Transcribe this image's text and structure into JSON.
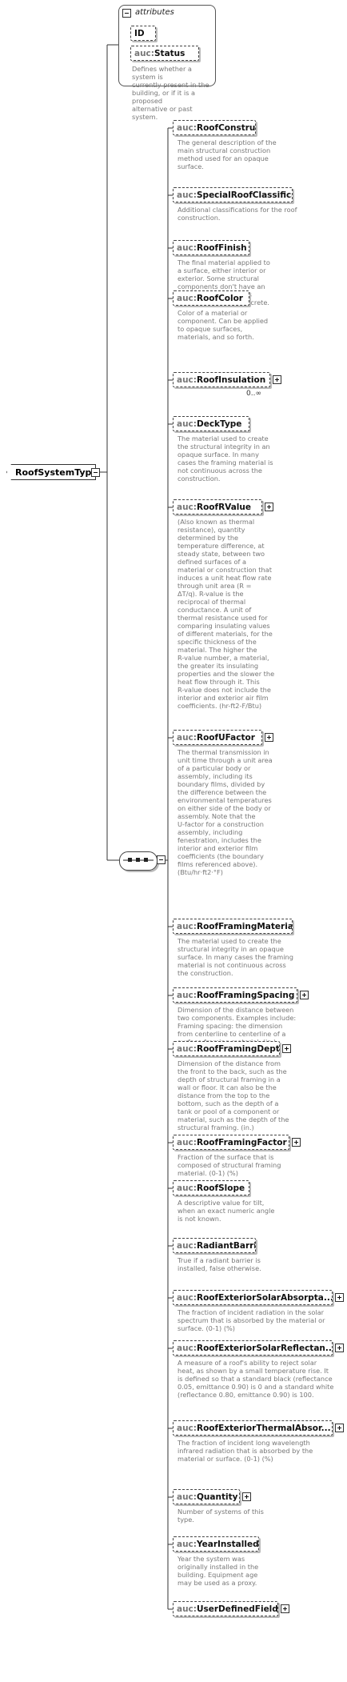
{
  "root": {
    "label": "RoofSystemType"
  },
  "attributes": {
    "title": "attributes",
    "items": [
      {
        "label": "ID",
        "prefix": "",
        "description": ""
      },
      {
        "label": "Status",
        "prefix": "auc:",
        "description": "Defines whether a system is\ncurrently present in the\nbuilding, or if it is a proposed\nalternative or past system."
      }
    ]
  },
  "sequence": {
    "icon": "sequence-compositor"
  },
  "elements": [
    {
      "label": "RoofConstruction",
      "prefix": "auc:",
      "expandable": false,
      "occurs": "",
      "description": "The general description of the\nmain structural construction\nmethod used for an opaque\nsurface."
    },
    {
      "label": "SpecialRoofClassification",
      "prefix": "auc:",
      "expandable": false,
      "occurs": "",
      "description": "Additional classifications for the roof\nconstruction."
    },
    {
      "label": "RoofFinish",
      "prefix": "auc:",
      "expandable": false,
      "occurs": "",
      "description": "The final material applied to\na surface, either interior or\nexterior. Some structural\ncomponents don't have an\nexterior finish, such as\nunfinished poured concrete."
    },
    {
      "label": "RoofColor",
      "prefix": "auc:",
      "expandable": false,
      "occurs": "",
      "description": "Color of a material or\ncomponent. Can be applied\nto opaque surfaces,\nmaterials, and so forth."
    },
    {
      "label": "RoofInsulation",
      "prefix": "auc:",
      "expandable": true,
      "occurs": "0..∞",
      "description": ""
    },
    {
      "label": "DeckType",
      "prefix": "auc:",
      "expandable": false,
      "occurs": "",
      "description": "The material used to create\nthe structural integrity in an\nopaque surface. In many\ncases the framing material is\nnot continuous across the\nconstruction."
    },
    {
      "label": "RoofRValue",
      "prefix": "auc:",
      "expandable": true,
      "occurs": "",
      "description": "(Also known as thermal\nresistance), quantity\ndetermined by the\ntemperature difference, at\nsteady state, between two\ndefined surfaces of a\nmaterial or construction that\ninduces a unit heat flow rate\nthrough unit area (R =\nΔT/q). R-value is the\nreciprocal of thermal\nconductance. A unit of\nthermal resistance used for\ncomparing insulating values\nof different materials, for the\nspecific thickness of the\nmaterial. The higher the\nR-value number, a material,\nthe greater its insulating\nproperties and the slower the\nheat flow through it. This\nR-value does not include the\ninterior and exterior air film\ncoefficients. (hr-ft2-F/Btu)"
    },
    {
      "label": "RoofUFactor",
      "prefix": "auc:",
      "expandable": true,
      "occurs": "",
      "description": "The thermal transmission in\nunit time through a unit area\nof a particular body or\nassembly, including its\nboundary films, divided by\nthe difference between the\nenvironmental temperatures\non either side of the body or\nassembly. Note that the\nU-factor for a construction\nassembly, including\nfenestration, includes the\ninterior and exterior film\ncoefficients (the boundary\nfilms referenced above).\n(Btu/hr·ft2·°F)"
    },
    {
      "label": "RoofFramingMaterial",
      "prefix": "auc:",
      "expandable": false,
      "occurs": "",
      "description": "The material used to create the\nstructural integrity in an opaque\nsurface. In many cases the framing\nmaterial is not continuous across\nthe construction."
    },
    {
      "label": "RoofFramingSpacing",
      "prefix": "auc:",
      "expandable": true,
      "occurs": "",
      "description": "Dimension of the distance between\ntwo components. Examples include:\nFraming spacing: the dimension\nfrom centerline to centerline of a\nsurface framing material. (in.)"
    },
    {
      "label": "RoofFramingDepth",
      "prefix": "auc:",
      "expandable": true,
      "occurs": "",
      "description": "Dimension of the distance from\nthe front to the back, such as the\ndepth of structural framing in a\nwall or floor. It can also be the\ndistance from the top to the\nbottom, such as the depth of a\ntank or pool of a component or\nmaterial, such as the depth of the\nstructural framing. (in.)"
    },
    {
      "label": "RoofFramingFactor",
      "prefix": "auc:",
      "expandable": true,
      "occurs": "",
      "description": "Fraction of the surface that is\ncomposed of structural framing\nmaterial. (0-1) (%)"
    },
    {
      "label": "RoofSlope",
      "prefix": "auc:",
      "expandable": false,
      "occurs": "",
      "description": "A descriptive value for tilt,\nwhen an exact numeric angle\nis not known."
    },
    {
      "label": "RadiantBarrier",
      "prefix": "auc:",
      "expandable": false,
      "occurs": "",
      "description": "True if a radiant barrier is\ninstalled, false otherwise."
    },
    {
      "label": "RoofExteriorSolarAbsorpta...",
      "prefix": "auc:",
      "expandable": true,
      "occurs": "",
      "description": "The fraction of incident radiation in the solar\nspectrum that is absorbed by the material or\nsurface. (0-1) (%)"
    },
    {
      "label": "RoofExteriorSolarReflectan...",
      "prefix": "auc:",
      "expandable": true,
      "occurs": "",
      "description": "A measure of a roof's ability to reject solar\nheat, as shown by a small temperature rise. It\nis defined so that a standard black (reflectance\n0.05, emittance 0.90) is 0 and a standard white\n(reflectance 0.80, emittance 0.90) is 100."
    },
    {
      "label": "RoofExteriorThermalAbsor...",
      "prefix": "auc:",
      "expandable": true,
      "occurs": "",
      "description": "The fraction of incident long wavelength\ninfrared radiation that is absorbed by the\nmaterial or surface. (0-1) (%)"
    },
    {
      "label": "Quantity",
      "prefix": "auc:",
      "expandable": true,
      "occurs": "",
      "description": "Number of systems of this\ntype."
    },
    {
      "label": "YearInstalled",
      "prefix": "auc:",
      "expandable": false,
      "occurs": "",
      "description": "Year the system was\noriginally installed in the\nbuilding. Equipment age\nmay be used as a proxy."
    },
    {
      "label": "UserDefinedFields",
      "prefix": "auc:",
      "expandable": true,
      "occurs": "",
      "description": ""
    }
  ]
}
